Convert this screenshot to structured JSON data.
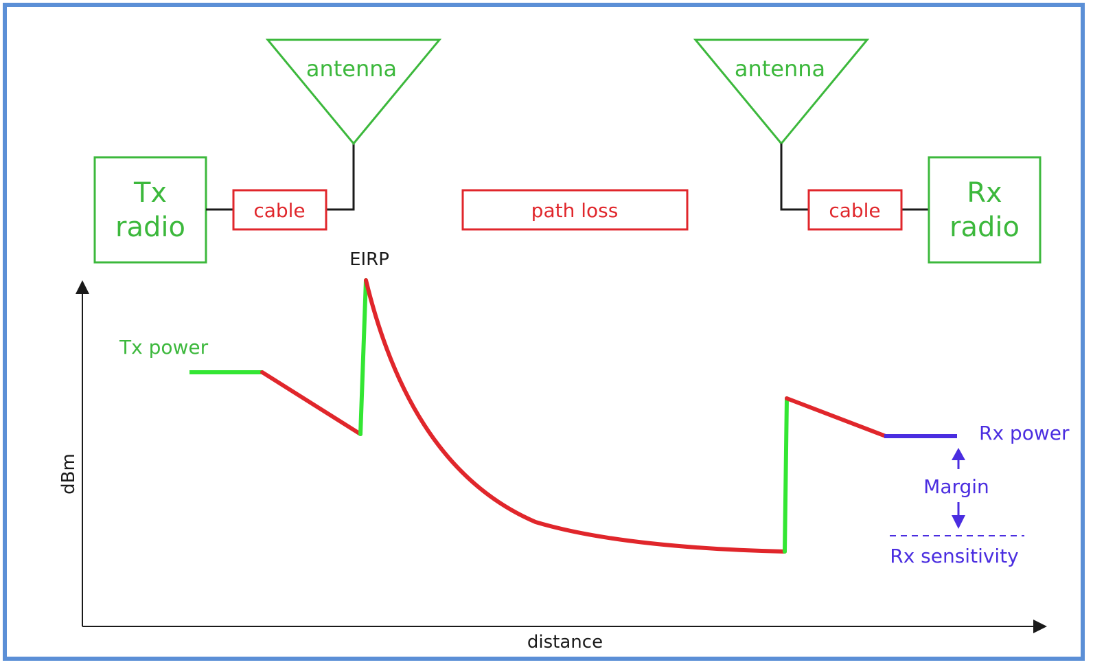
{
  "colors": {
    "component_green": "#3cb83c",
    "loss_red": "#e0262b",
    "gain_green": "#33e633",
    "rx_blue": "#4a2de0",
    "frame_blue": "#5b8fd6"
  },
  "chain": {
    "tx_radio": {
      "line1": "Tx",
      "line2": "radio"
    },
    "tx_cable": "cable",
    "tx_antenna": "antenna",
    "path_loss": "path loss",
    "rx_antenna": "antenna",
    "rx_cable": "cable",
    "rx_radio": {
      "line1": "Rx",
      "line2": "radio"
    }
  },
  "graph": {
    "eirp_label": "EIRP",
    "tx_power_label": "Tx power",
    "rx_power_label": "Rx power",
    "margin_label": "Margin",
    "rx_sensitivity_label": "Rx sensitivity",
    "ylabel": "dBm",
    "xlabel": "distance"
  }
}
